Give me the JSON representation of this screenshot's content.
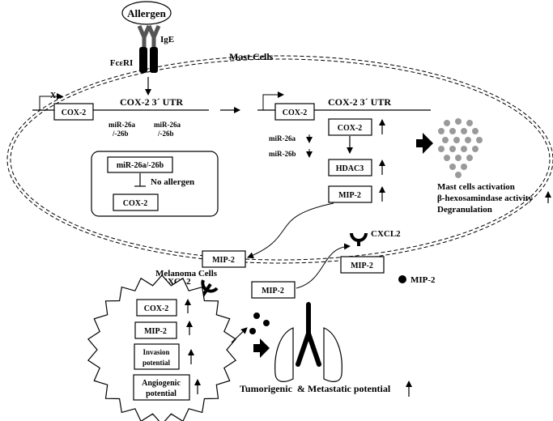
{
  "allergen": {
    "label": "Allergen"
  },
  "receptor": {
    "ige_label": "IgE",
    "fcri_label": "FcεRI"
  },
  "mast_cells": {
    "title": "Mast Cells",
    "gene_left": {
      "x_mark": "X",
      "cox2": "COX-2",
      "utr": "COX-2 3´ UTR",
      "mir_a": "miR-26a",
      "mir_b": "/-26b",
      "mir_c": "miR-26a",
      "mir_d": "/-26b"
    },
    "gene_right": {
      "cox2": "COX-2",
      "utr": "COX-2 3´ UTR"
    },
    "mir_down_a": "miR-26a",
    "mir_down_b": "miR-26b",
    "cascade": [
      "COX-2",
      "HDAC3",
      "MIP-2"
    ],
    "inset": {
      "mir": "miR-26a/-26b",
      "no_allergen": "No allergen",
      "cox2": "COX-2"
    },
    "activation": [
      "Mast cells activation",
      "β-hexosamindase activity",
      "Degranulation"
    ],
    "cxcl2": "CXCL2"
  },
  "mip2_mid": "MIP-2",
  "mip2_released": "MIP-2",
  "mip2_right": "MIP-2",
  "mip2_legend": "MIP-2",
  "melanoma": {
    "title": "Melanoma Cells",
    "cxcl2": "CXCL2",
    "items": [
      "COX-2",
      "MIP-2",
      "Invasion",
      "potential",
      "Angiogenic",
      "potential"
    ]
  },
  "outcome": "Tumorigenic  & Metastatic potential"
}
